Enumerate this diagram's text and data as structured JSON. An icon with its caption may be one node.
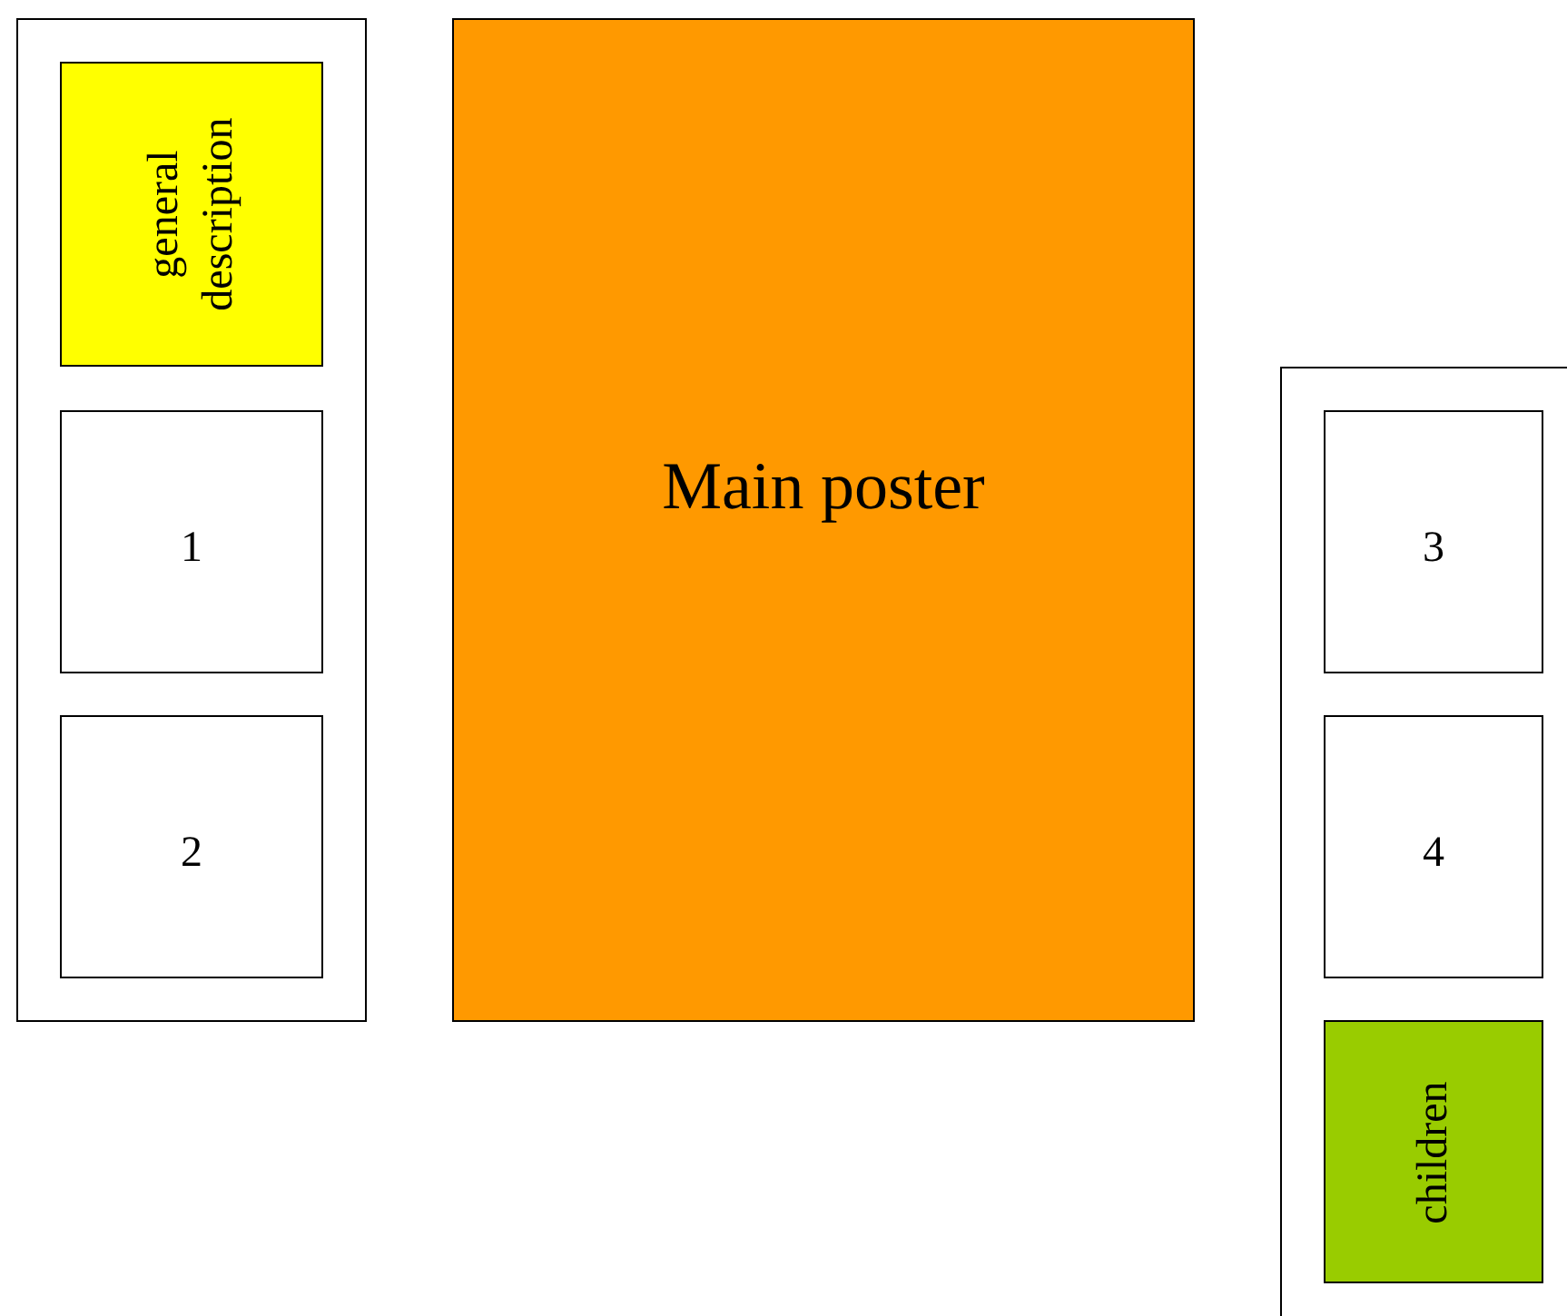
{
  "diagram": {
    "nodes": [
      {
        "text": [],
        "shape": "box"
      },
      {
        "text": [
          "general description"
        ],
        "in": 0
      },
      {
        "text": [
          "1"
        ],
        "in": 0
      },
      {
        "text": [
          "2"
        ],
        "in": 0
      },
      {
        "text": [
          "Main poster"
        ]
      },
      {
        "text": [],
        "shape": "box"
      },
      {
        "text": [
          "3"
        ],
        "in": 5
      },
      {
        "text": [
          "4"
        ],
        "in": 5
      },
      {
        "text": [
          "children"
        ],
        "in": 5
      }
    ]
  }
}
